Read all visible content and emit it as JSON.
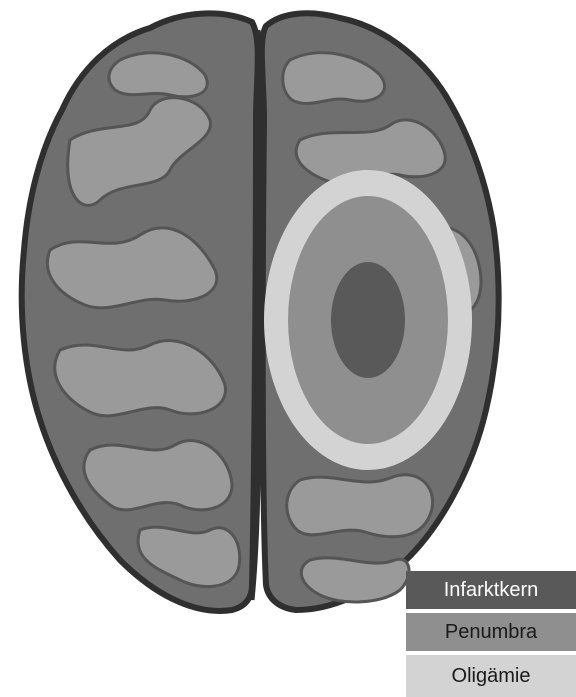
{
  "figure": {
    "colors": {
      "background": "#ffffff",
      "brain_outline": "#2f2f2f",
      "brain_sulci": "#555555",
      "brain_gyri": "#6f6f6f",
      "brain_highlight": "#9a9a9a",
      "infarct_core": "#595959",
      "penumbra": "#8f8f8f",
      "oligemia": "#d3d3d3"
    }
  },
  "legend": {
    "items": [
      {
        "label": "Infarktkern",
        "color": "#595959",
        "text_color": "#ffffff"
      },
      {
        "label": "Penumbra",
        "color": "#8f8f8f",
        "text_color": "#1a1a1a"
      },
      {
        "label": "Oligämie",
        "color": "#d3d3d3",
        "text_color": "#1a1a1a"
      }
    ]
  }
}
